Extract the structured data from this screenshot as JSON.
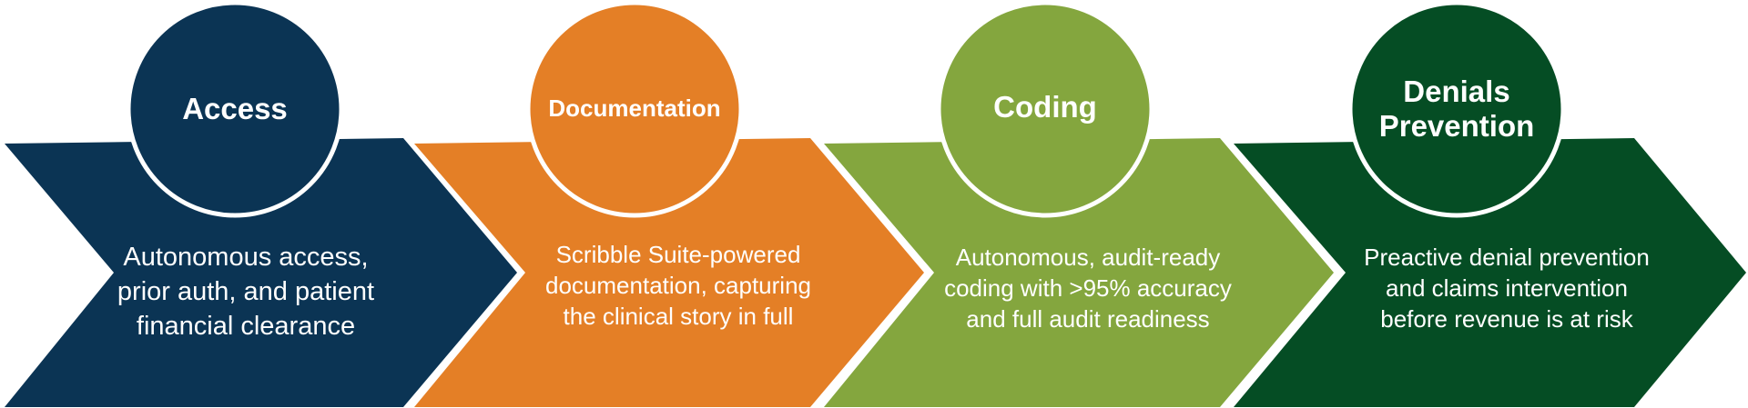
{
  "steps": [
    {
      "title_lines": [
        "Access"
      ],
      "desc_lines": [
        "Autonomous access,",
        "prior auth, and patient",
        "financial clearance"
      ],
      "color": "#0b3454"
    },
    {
      "title_lines": [
        "Documentation"
      ],
      "desc_lines": [
        "Scribble Suite-powered",
        "documentation, capturing",
        "the clinical story in full"
      ],
      "color": "#e47f26"
    },
    {
      "title_lines": [
        "Coding"
      ],
      "desc_lines": [
        "Autonomous, audit-ready",
        "coding with >95% accuracy",
        "and full audit readiness"
      ],
      "color": "#84a63e"
    },
    {
      "title_lines": [
        "Denials",
        "Prevention"
      ],
      "desc_lines": [
        "Preactive denial prevention",
        "and claims intervention",
        "before revenue is at risk"
      ],
      "color": "#054d24"
    }
  ]
}
